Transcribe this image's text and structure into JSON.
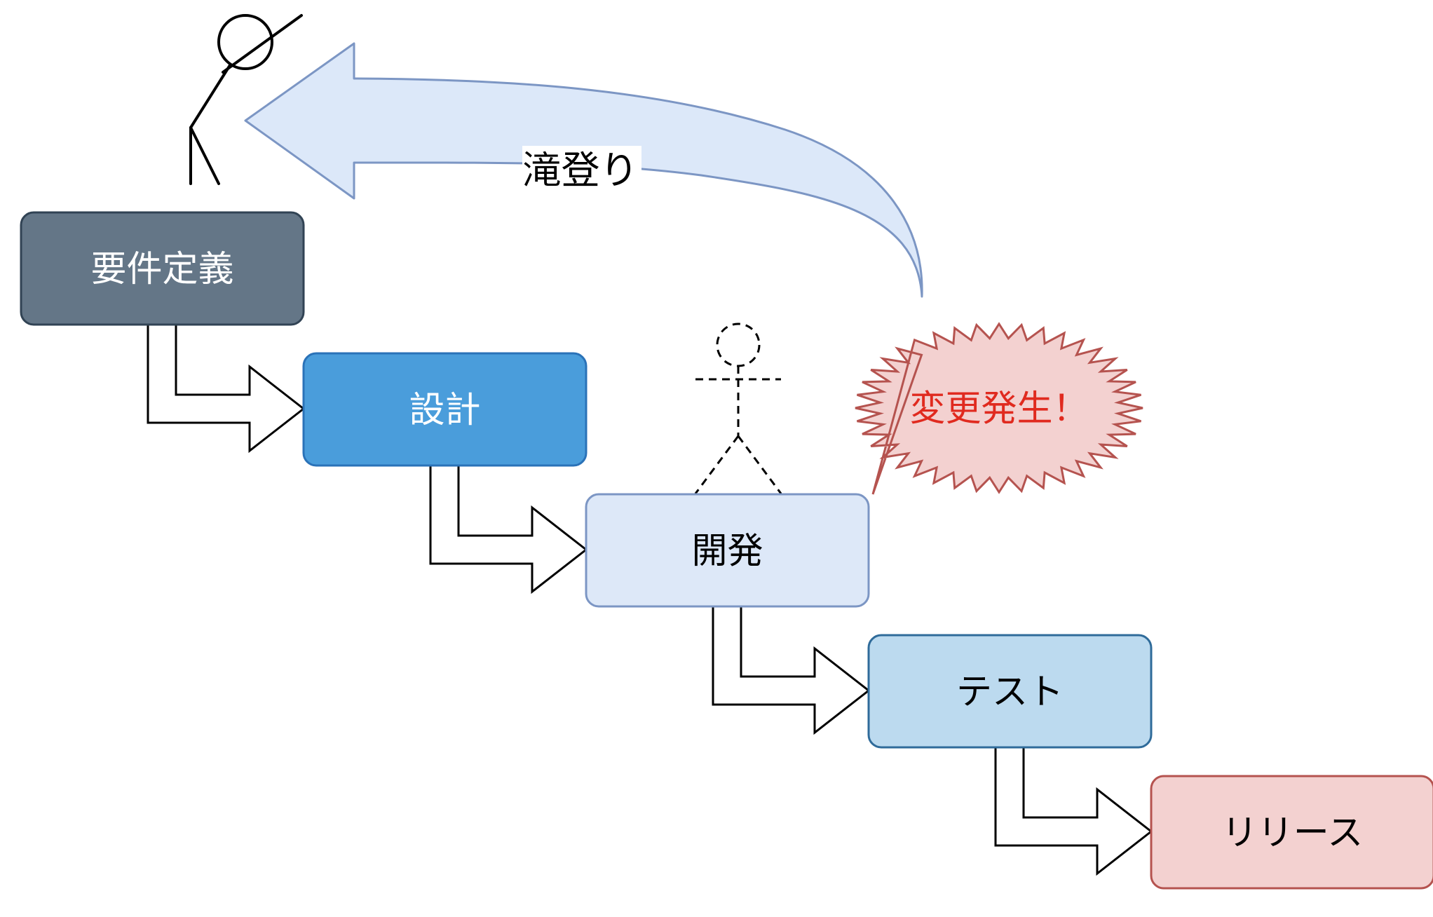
{
  "stages": [
    {
      "label": "要件定義",
      "fill": "#647687",
      "stroke": "#314354",
      "text_color": "#ffffff"
    },
    {
      "label": "設計",
      "fill": "#4a9ddb",
      "stroke": "#2a72b8",
      "text_color": "#ffffff"
    },
    {
      "label": "開発",
      "fill": "#dde8f8",
      "stroke": "#7c96c4",
      "text_color": "#000000"
    },
    {
      "label": "テスト",
      "fill": "#bcdaef",
      "stroke": "#2f6b9a",
      "text_color": "#000000"
    },
    {
      "label": "リリース",
      "fill": "#f3d1d0",
      "stroke": "#b5534f",
      "text_color": "#000000"
    }
  ],
  "feedback_arrow": {
    "label": "滝登り",
    "fill": "#dce8f9",
    "stroke": "#7c96c4"
  },
  "callout": {
    "label": "変更発生！",
    "fill": "#f3d1d0",
    "stroke": "#b5534f",
    "text_color": "#e02a1f"
  },
  "colors": {
    "connector_stroke": "#000000",
    "figure_stroke": "#000000"
  }
}
